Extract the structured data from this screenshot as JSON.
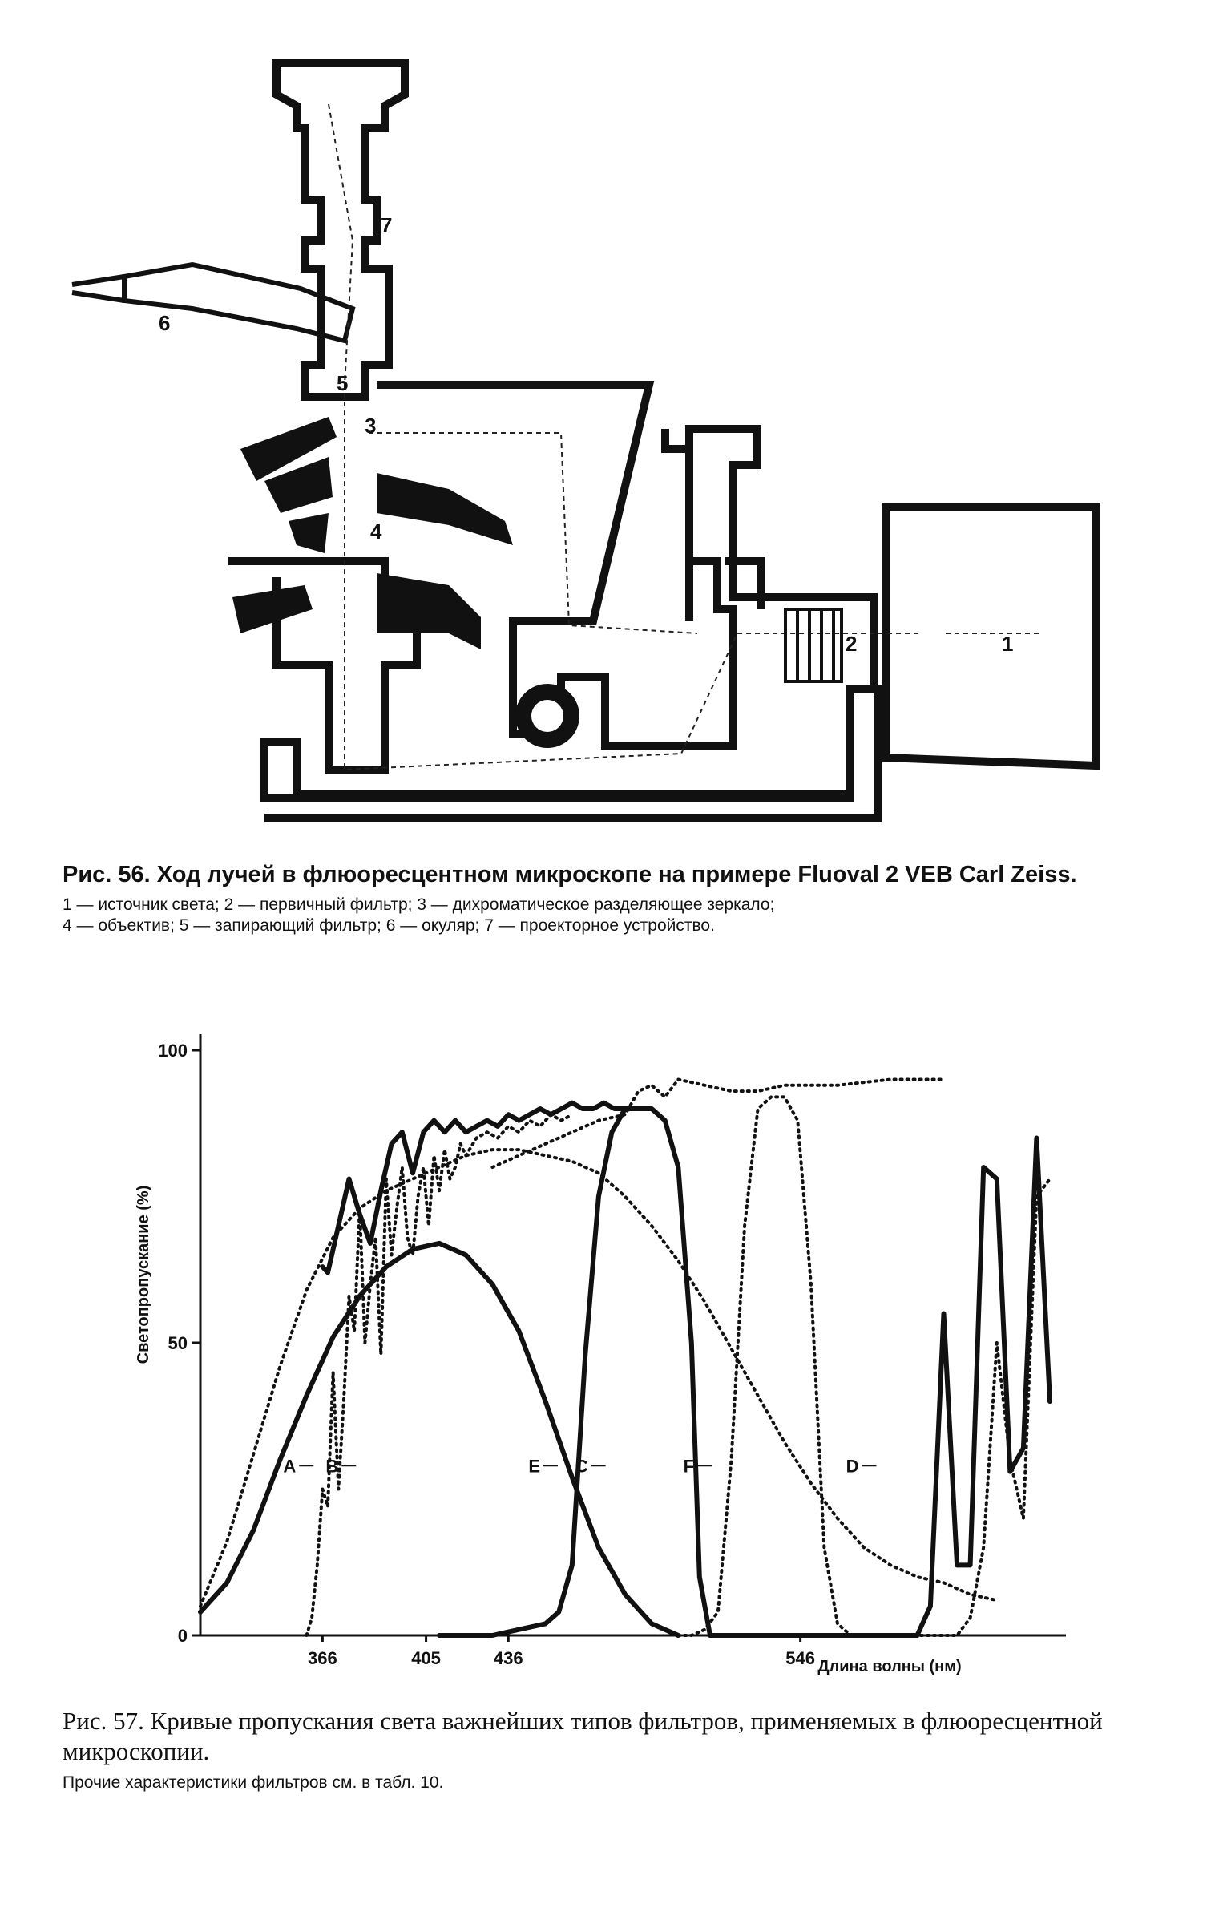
{
  "figure56": {
    "part_labels": [
      "1",
      "2",
      "3",
      "4",
      "5",
      "6",
      "7"
    ],
    "caption_lead": "Рис. 56.",
    "caption_title": "Ход лучей в флюоресцентном микроскопе на примере Fluoval 2 VEB Carl Zeiss.",
    "legend_line1": "1 — источник света; 2 — первичный фильтр; 3 — дихроматическое разделяющее зеркало;",
    "legend_line2": "4 — объектив; 5 — запирающий фильтр; 6 — окуляр; 7 — проекторное устройство."
  },
  "figure57": {
    "caption_lead": "Рис. 57.",
    "caption_title": "Кривые пропускания света важнейших типов фильтров, применяемых в флюоресцентной микроскопии.",
    "caption_note": "Прочие характеристики фильтров см. в табл. 10."
  },
  "chart_data": {
    "type": "line",
    "title": "",
    "xlabel": "Длина волны (нм)",
    "ylabel": "Светопропускание (%)",
    "xlim": [
      320,
      640
    ],
    "ylim": [
      0,
      100
    ],
    "x_ticks": [
      366,
      405,
      436,
      546
    ],
    "y_ticks": [
      0,
      50,
      100
    ],
    "grid": false,
    "series": [
      {
        "name": "A",
        "style": "solid",
        "x": [
          320,
          330,
          340,
          350,
          360,
          370,
          380,
          390,
          400,
          410,
          420,
          430,
          440,
          450,
          460,
          470,
          480,
          490,
          500
        ],
        "y": [
          4,
          9,
          18,
          30,
          41,
          51,
          58,
          63,
          66,
          67,
          65,
          60,
          52,
          40,
          27,
          15,
          7,
          2,
          0
        ]
      },
      {
        "name": "B",
        "style": "dotted",
        "x": [
          360,
          362,
          364,
          366,
          368,
          370,
          372,
          374,
          376,
          378,
          380,
          382,
          384,
          386,
          388,
          390,
          392,
          394,
          396,
          398,
          400,
          402,
          404,
          406,
          408,
          410,
          412,
          414,
          416,
          418,
          420,
          424,
          428,
          432,
          436,
          440,
          444,
          448,
          452,
          456,
          460
        ],
        "y": [
          0,
          3,
          12,
          25,
          22,
          45,
          25,
          40,
          58,
          52,
          73,
          50,
          60,
          68,
          48,
          78,
          65,
          73,
          80,
          68,
          65,
          75,
          80,
          70,
          82,
          76,
          83,
          78,
          80,
          84,
          82,
          85,
          86,
          85,
          87,
          86,
          88,
          87,
          89,
          88,
          89
        ]
      },
      {
        "name": "C",
        "style": "solid",
        "x": [
          366,
          368,
          372,
          376,
          380,
          384,
          388,
          392,
          396,
          400,
          404,
          408,
          412,
          416,
          420,
          424,
          428,
          432,
          436,
          440,
          444,
          448,
          452,
          456,
          460,
          464,
          468,
          472,
          476,
          480,
          484,
          488
        ],
        "y": [
          63,
          62,
          70,
          78,
          72,
          67,
          76,
          84,
          86,
          79,
          86,
          88,
          86,
          88,
          86,
          87,
          88,
          87,
          89,
          88,
          89,
          90,
          89,
          90,
          91,
          90,
          90,
          91,
          90,
          90,
          90,
          90
        ]
      },
      {
        "name": "D",
        "style": "dotted",
        "x": [
          320,
          330,
          340,
          350,
          360,
          370,
          380,
          390,
          400,
          410,
          420,
          430,
          440,
          450,
          460,
          470,
          480,
          490,
          500,
          510,
          520,
          530,
          540,
          550,
          560,
          570,
          580,
          590,
          600,
          610,
          620
        ],
        "y": [
          5,
          16,
          31,
          46,
          59,
          68,
          73,
          76,
          78,
          80,
          82,
          83,
          83,
          82,
          81,
          79,
          75,
          70,
          64,
          57,
          49,
          41,
          33,
          26,
          20,
          15,
          12,
          10,
          9,
          7,
          6
        ]
      },
      {
        "name": "E",
        "style": "solid",
        "x": [
          410,
          420,
          430,
          440,
          450,
          455,
          460,
          465,
          470,
          475,
          480,
          485,
          490,
          495,
          500,
          505,
          508,
          512,
          520,
          530,
          540,
          550,
          560,
          570,
          580,
          590,
          595,
          600,
          605,
          610,
          615,
          620,
          625,
          630,
          635,
          640
        ],
        "y": [
          0,
          0,
          0,
          1,
          2,
          4,
          12,
          48,
          75,
          86,
          90,
          90,
          90,
          88,
          80,
          50,
          10,
          0,
          0,
          0,
          0,
          0,
          0,
          0,
          0,
          0,
          5,
          55,
          12,
          12,
          80,
          78,
          28,
          32,
          85,
          40
        ]
      },
      {
        "name": "F",
        "style": "dotted",
        "x": [
          500,
          505,
          510,
          515,
          520,
          525,
          530,
          535,
          540,
          545,
          550,
          555,
          560,
          565,
          570,
          575,
          580,
          590,
          600,
          605,
          610,
          615,
          620,
          625,
          630,
          635,
          640
        ],
        "y": [
          0,
          0,
          1,
          4,
          30,
          70,
          90,
          92,
          92,
          88,
          60,
          15,
          2,
          0,
          0,
          0,
          0,
          0,
          0,
          0,
          3,
          15,
          50,
          30,
          20,
          75,
          78
        ]
      },
      {
        "name": "",
        "style": "dotted",
        "x": [
          430,
          440,
          450,
          460,
          470,
          480,
          485,
          490,
          495,
          500,
          510,
          520,
          530,
          540,
          560,
          580,
          600
        ],
        "y": [
          80,
          82,
          84,
          86,
          88,
          89,
          93,
          94,
          92,
          95,
          94,
          93,
          93,
          94,
          94,
          95,
          95
        ]
      }
    ],
    "series_labels": [
      "A",
      "B",
      "E",
      "C",
      "F",
      "D"
    ]
  }
}
